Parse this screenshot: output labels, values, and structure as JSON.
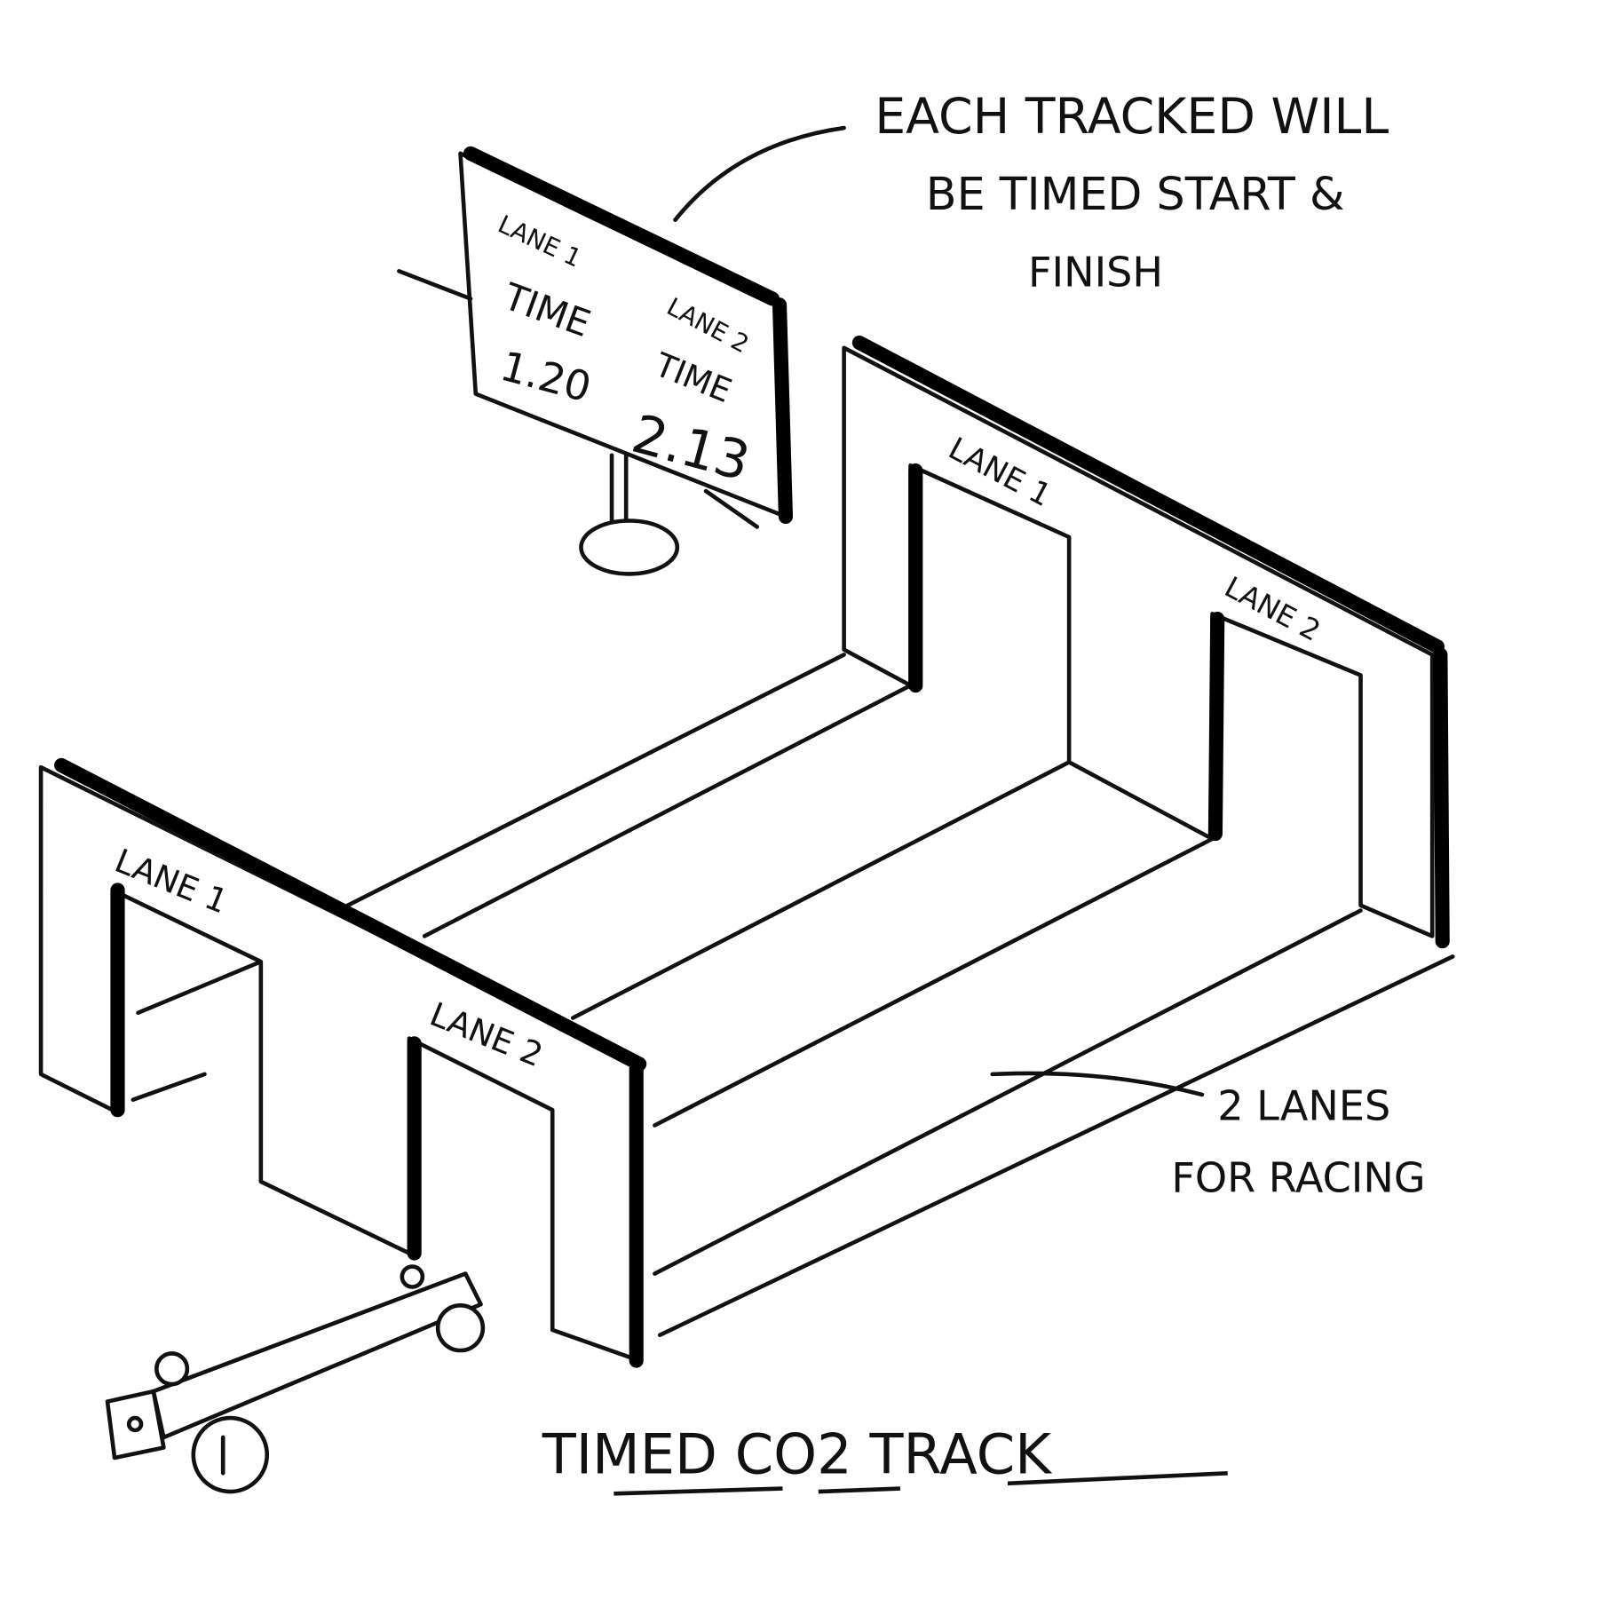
{
  "title": "TIMED CO2 TRACK",
  "annotations": {
    "timing_note": [
      "EACH TRACKED WILL",
      "BE TIMED START &",
      "FINISH"
    ],
    "lanes_note": [
      "2 LANES",
      "FOR RACING"
    ]
  },
  "scoreboard": {
    "lane1_label": "LANE 1",
    "lane1_time_label": "TIME",
    "lane1_time": "1.20",
    "lane2_label": "LANE 2",
    "lane2_time_label": "TIME",
    "lane2_time": "2.13"
  },
  "finish_gate": {
    "lane1_label": "LANE 1",
    "lane2_label": "LANE 2"
  },
  "start_gate": {
    "lane1_label": "LANE 1",
    "lane2_label": "LANE 2"
  }
}
